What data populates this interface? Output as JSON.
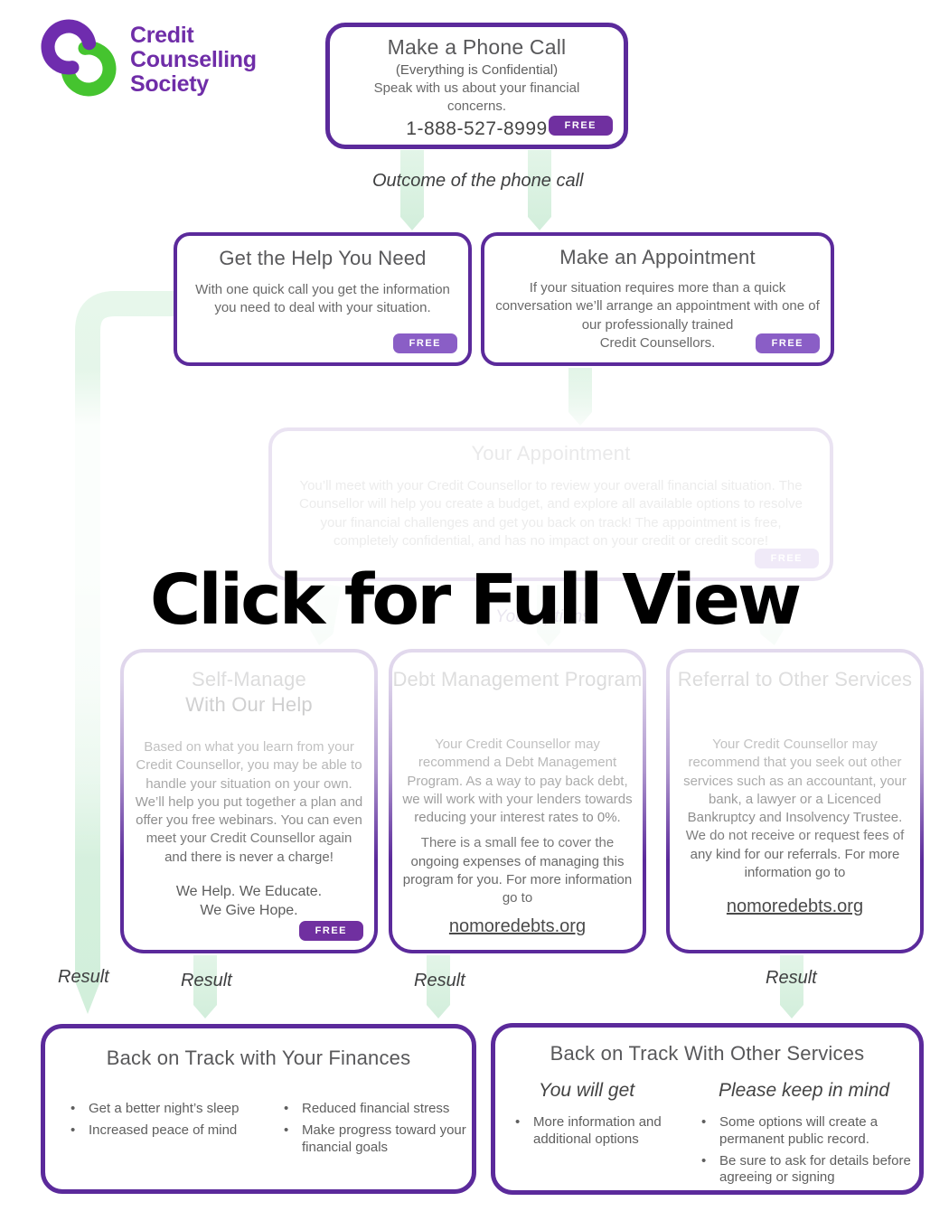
{
  "brand": {
    "line1": "Credit",
    "line2": "Counselling",
    "line3": "Society"
  },
  "overlay": {
    "text": "Click for Full View"
  },
  "labels": {
    "outcome": "Outcome of the phone call",
    "options": "Your options",
    "result1": "Result",
    "result2": "Result",
    "result3": "Result",
    "result4": "Result"
  },
  "free_label": "FREE",
  "phone_box": {
    "title": "Make a Phone Call",
    "subtitle": "(Everything is Confidential)",
    "body": "Speak with us about your financial concerns.",
    "phone": "1-888-527-8999"
  },
  "help_box": {
    "title": "Get the Help You Need",
    "body": "With one quick call you get the information you need to deal with your situation."
  },
  "appt_box": {
    "title": "Make an Appointment",
    "body": "If your situation requires more than a quick conversation we’ll arrange an appointment with one of our professionally trained",
    "body2": "Credit Counsellors."
  },
  "yourappt_box": {
    "title": "Your Appointment",
    "body": "You’ll meet with your Credit Counsellor to review your overall financial situation. The Counsellor will help you create a budget, and explore all available options to resolve your financial challenges and get you back on track! The appointment is free, completely confidential, and has no impact on your credit or credit score!"
  },
  "self_box": {
    "title_line1": "Self-Manage",
    "title_line2": "With Our Help",
    "body": "Based on what you learn from your Credit Counsellor, you may be able to handle your situation on your own. We’ll help you put together a plan and offer you free webinars. You can even meet your Credit Counsellor again and there is never a charge!",
    "tagline1": "We Help. We Educate.",
    "tagline2": "We Give Hope."
  },
  "dmp_box": {
    "title": "Debt Management Program",
    "body": "Your Credit Counsellor may recommend a Debt Management Program.  As a way to pay back debt, we will work with your lenders towards reducing your interest rates to 0%.",
    "body2": "There is a small fee to cover the ongoing expenses of managing this program for you. For more information go to",
    "link": "nomoredebts.org"
  },
  "ref_box": {
    "title": "Referral to Other Services",
    "body": "Your Credit Counsellor may recommend that you seek out other services such as an accountant, your bank, a lawyer or a Licenced Bankruptcy and Insolvency Trustee.  We do not receive or request fees of any kind for our referrals. For more information go to",
    "link": "nomoredebts.org"
  },
  "fin_box": {
    "title": "Back on Track with Your Finances",
    "bullets_left": [
      "Get a better night’s sleep",
      "Increased peace of mind"
    ],
    "bullets_right": [
      "Reduced financial stress",
      "Make progress toward your financial goals"
    ]
  },
  "svc_box": {
    "title": "Back on Track With Other Services",
    "col1_heading": "You will get",
    "col2_heading": "Please keep in mind",
    "col1_bullets": [
      "More information and additional options"
    ],
    "col2_bullets": [
      "Some options will create a permanent public record.",
      "Be sure to ask for details before agreeing or signing"
    ]
  },
  "colors": {
    "border_purple": "#5b2a9b",
    "badge_dark_purple": "#7030a0",
    "badge_mid_purple": "#8a5ec6",
    "arrow_green": "#d9f1de",
    "logo_purple": "#6f2da8",
    "logo_green": "#45c42f",
    "overlay_text": "#000000"
  }
}
